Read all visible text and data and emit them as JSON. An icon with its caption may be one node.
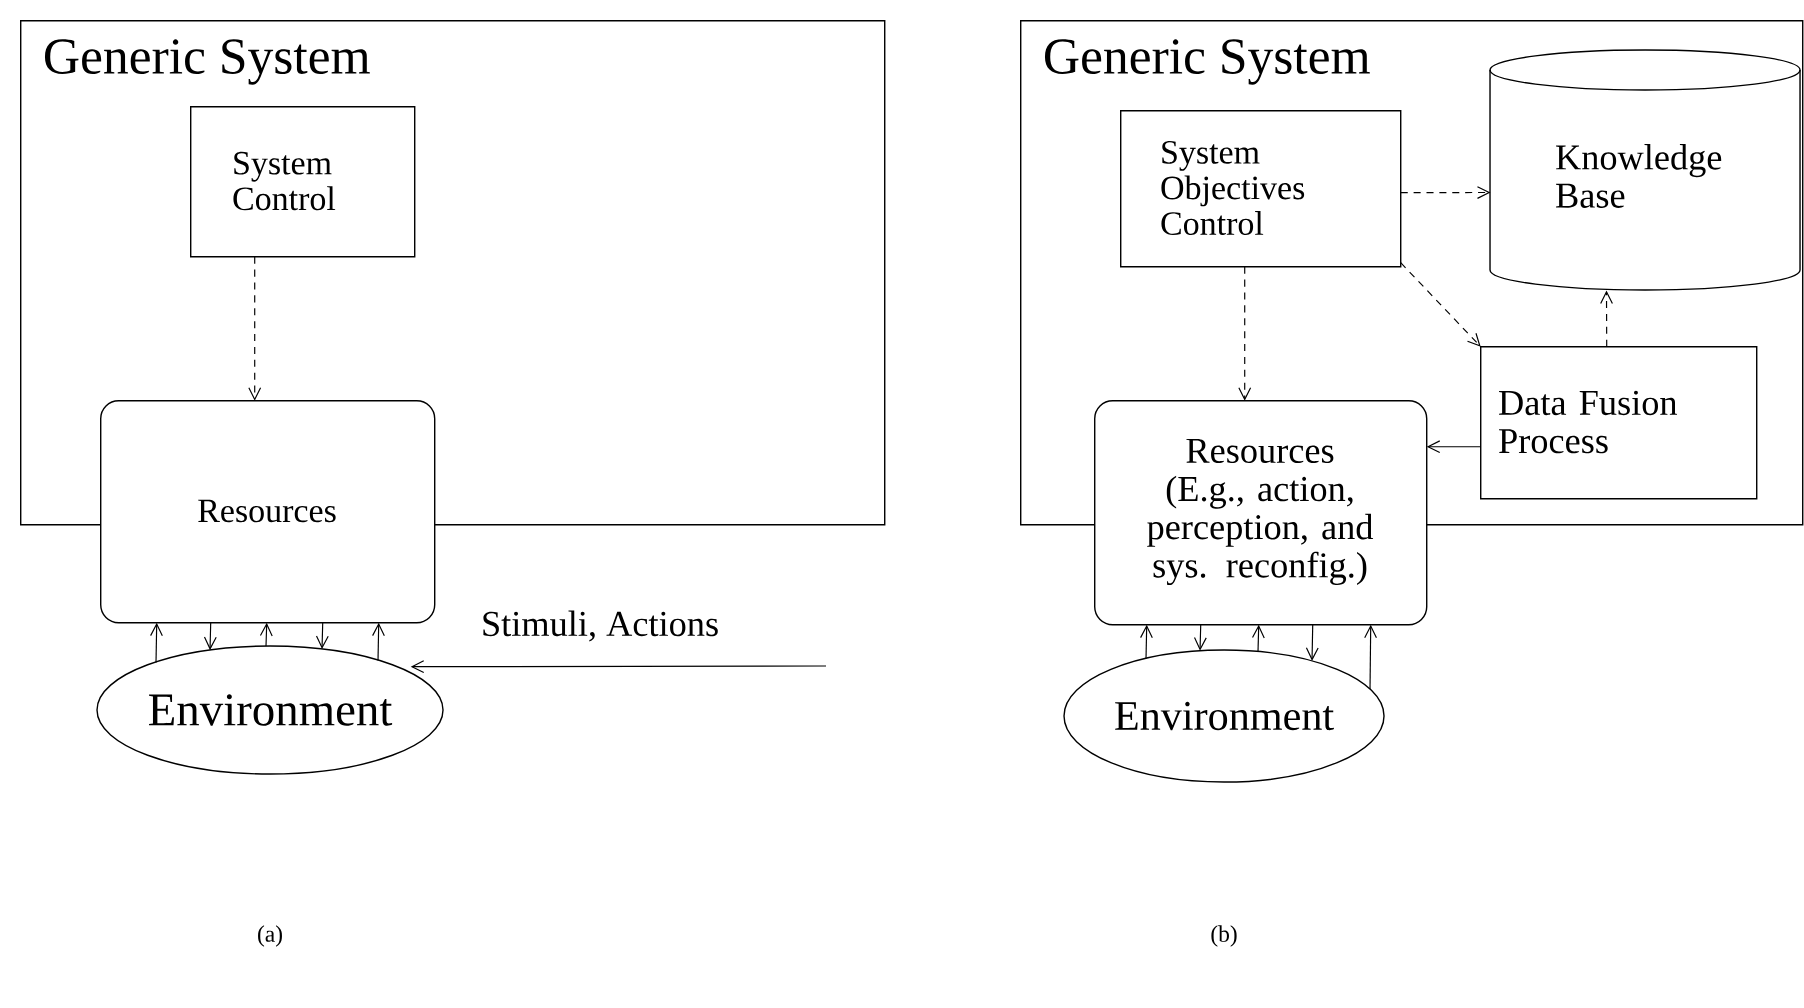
{
  "diagram": {
    "nodes": [
      {
        "text": [
          "Generic System"
        ]
      },
      {
        "text": [
          "System Control"
        ],
        "in": 0
      },
      {
        "text": [
          "Resources"
        ]
      },
      {
        "text": [
          "Environment"
        ]
      },
      {
        "text": [
          "Generic System"
        ]
      },
      {
        "text": [
          "System Objectives Control"
        ],
        "in": 4
      },
      {
        "text": [
          "Knowledge Base"
        ],
        "in": 4
      },
      {
        "text": [
          "Data Fusion Process"
        ],
        "in": 4
      },
      {
        "text": [
          "Resources",
          "(E.g., action, perception, and sys. reconfig.)"
        ]
      },
      {
        "text": [
          "Environment"
        ]
      }
    ],
    "edges": [
      {
        "from": 1,
        "to": 2,
        "arrow": "to",
        "style": "dashed"
      },
      {
        "from": 3,
        "to": 2,
        "arrow": "to"
      },
      {
        "from": 2,
        "to": 3,
        "arrow": "to"
      },
      {
        "from": 3,
        "to": 2,
        "arrow": "to"
      },
      {
        "from": 2,
        "to": 3,
        "arrow": "to"
      },
      {
        "from": 3,
        "to": 2,
        "arrow": "to"
      },
      {
        "from": null,
        "to": 2,
        "arrow": "to",
        "label": "Stimuli, Actions"
      },
      {
        "from": 5,
        "to": 6,
        "arrow": "to",
        "style": "dashed"
      },
      {
        "from": 5,
        "to": 7,
        "arrow": "to",
        "style": "dashed"
      },
      {
        "from": 5,
        "to": 8,
        "arrow": "to",
        "style": "dashed"
      },
      {
        "from": 7,
        "to": 8,
        "arrow": "to"
      },
      {
        "from": 7,
        "to": 6,
        "arrow": "to",
        "style": "dashed"
      },
      {
        "from": 9,
        "to": 8,
        "arrow": "to"
      },
      {
        "from": 8,
        "to": 9,
        "arrow": "to"
      },
      {
        "from": 9,
        "to": 8,
        "arrow": "to"
      },
      {
        "from": 8,
        "to": 9,
        "arrow": "to"
      },
      {
        "from": 9,
        "to": 8,
        "arrow": "to"
      }
    ],
    "labels": [
      "(a)",
      "(b)"
    ]
  }
}
